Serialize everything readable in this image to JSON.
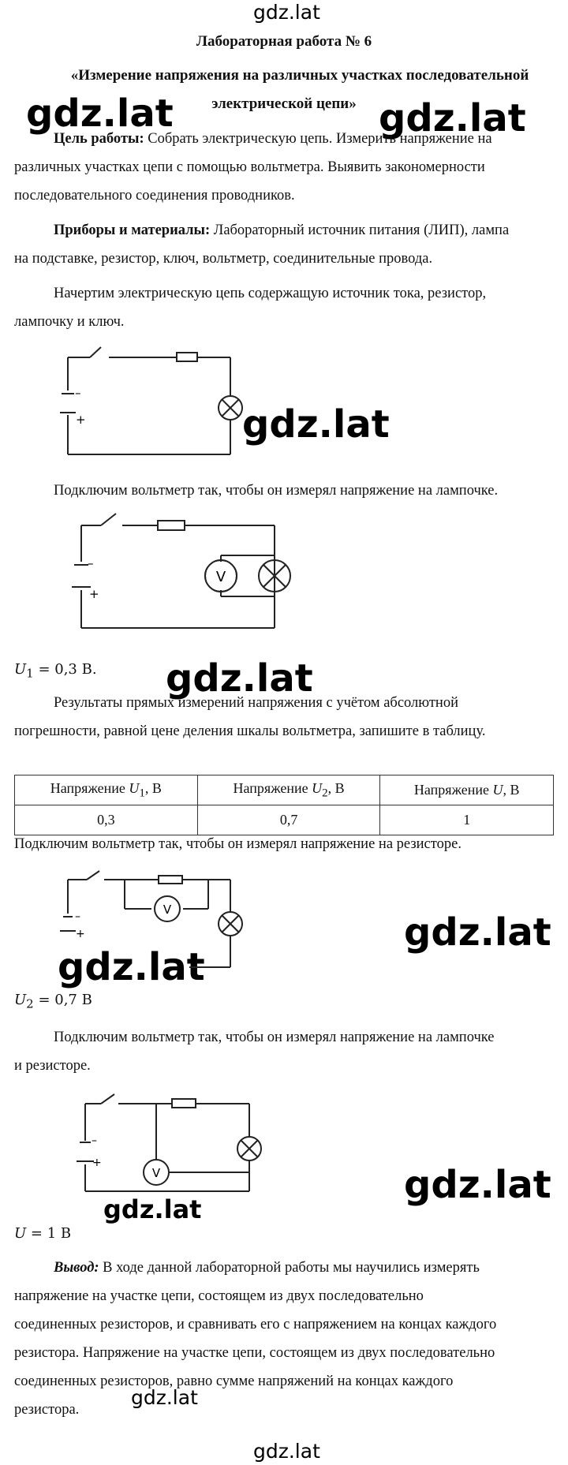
{
  "watermark_text": "gdz.lat",
  "header": {
    "title": "Лабораторная работа № 6",
    "subtitle_line1": "«Измерение напряжения на различных участках последовательной",
    "subtitle_line2": "электрической цепи»"
  },
  "goal": {
    "label": "Цель работы:",
    "line1": "Собрать электрическую цепь. Измерить напряжение на",
    "line2": "различных участках цепи с помощью вольтметра. Выявить закономерности",
    "line3": "последовательного соединения проводников."
  },
  "materials": {
    "label": "Приборы и материалы:",
    "line1": "Лабораторный источник питания (ЛИП), лампа",
    "line2": "на подставке, резистор, ключ, вольтметр, соединительные провода."
  },
  "step1": {
    "line1": "Начертим электрическую цепь содержащую источник тока, резистор,",
    "line2": "лампочку и ключ."
  },
  "step2": "Подключим вольтметр так, чтобы он измерял напряжение на лампочке.",
  "u1": {
    "var": "U",
    "sub": "1",
    "value": " = 0,3 В."
  },
  "results_text": {
    "line1": "Результаты прямых измерений напряжения с учётом абсолютной",
    "line2": "погрешности, равной цене деления шкалы вольтметра, запишите в таблицу."
  },
  "table": {
    "headers": [
      {
        "prefix": "Напряжение ",
        "var": "U",
        "sub": "1",
        "suffix": ", В"
      },
      {
        "prefix": "Напряжение ",
        "var": "U",
        "sub": "2",
        "suffix": ", В"
      },
      {
        "prefix": "Напряжение ",
        "var": "U",
        "sub": "",
        "suffix": ", В"
      }
    ],
    "values": [
      "0,3",
      "0,7",
      "1"
    ]
  },
  "step3": "Подключим вольтметр так, чтобы он измерял напряжение на резисторе.",
  "u2": {
    "var": "U",
    "sub": "2",
    "value": " = 0,7 В"
  },
  "step4": {
    "line1": "Подключим вольтметр так, чтобы он измерял напряжение на лампочке",
    "line2": "и резисторе."
  },
  "u": {
    "var": "U",
    "value": " = 1 В"
  },
  "conclusion": {
    "label": "Вывод:",
    "line1": "В ходе данной лабораторной работы мы научились измерять",
    "line2": "напряжение на участке цепи, состоящем из двух последовательно",
    "line3": "соединенных резисторов, и сравнивать его с напряжением на концах каждого",
    "line4": "резистора. Напряжение на участке цепи, состоящем из двух последовательно",
    "line5": "соединенных резисторов, равно сумме напряжений на концах каждого",
    "line6": "резистора."
  },
  "circuit_labels": {
    "minus": "–",
    "plus": "+",
    "voltmeter": "V"
  }
}
